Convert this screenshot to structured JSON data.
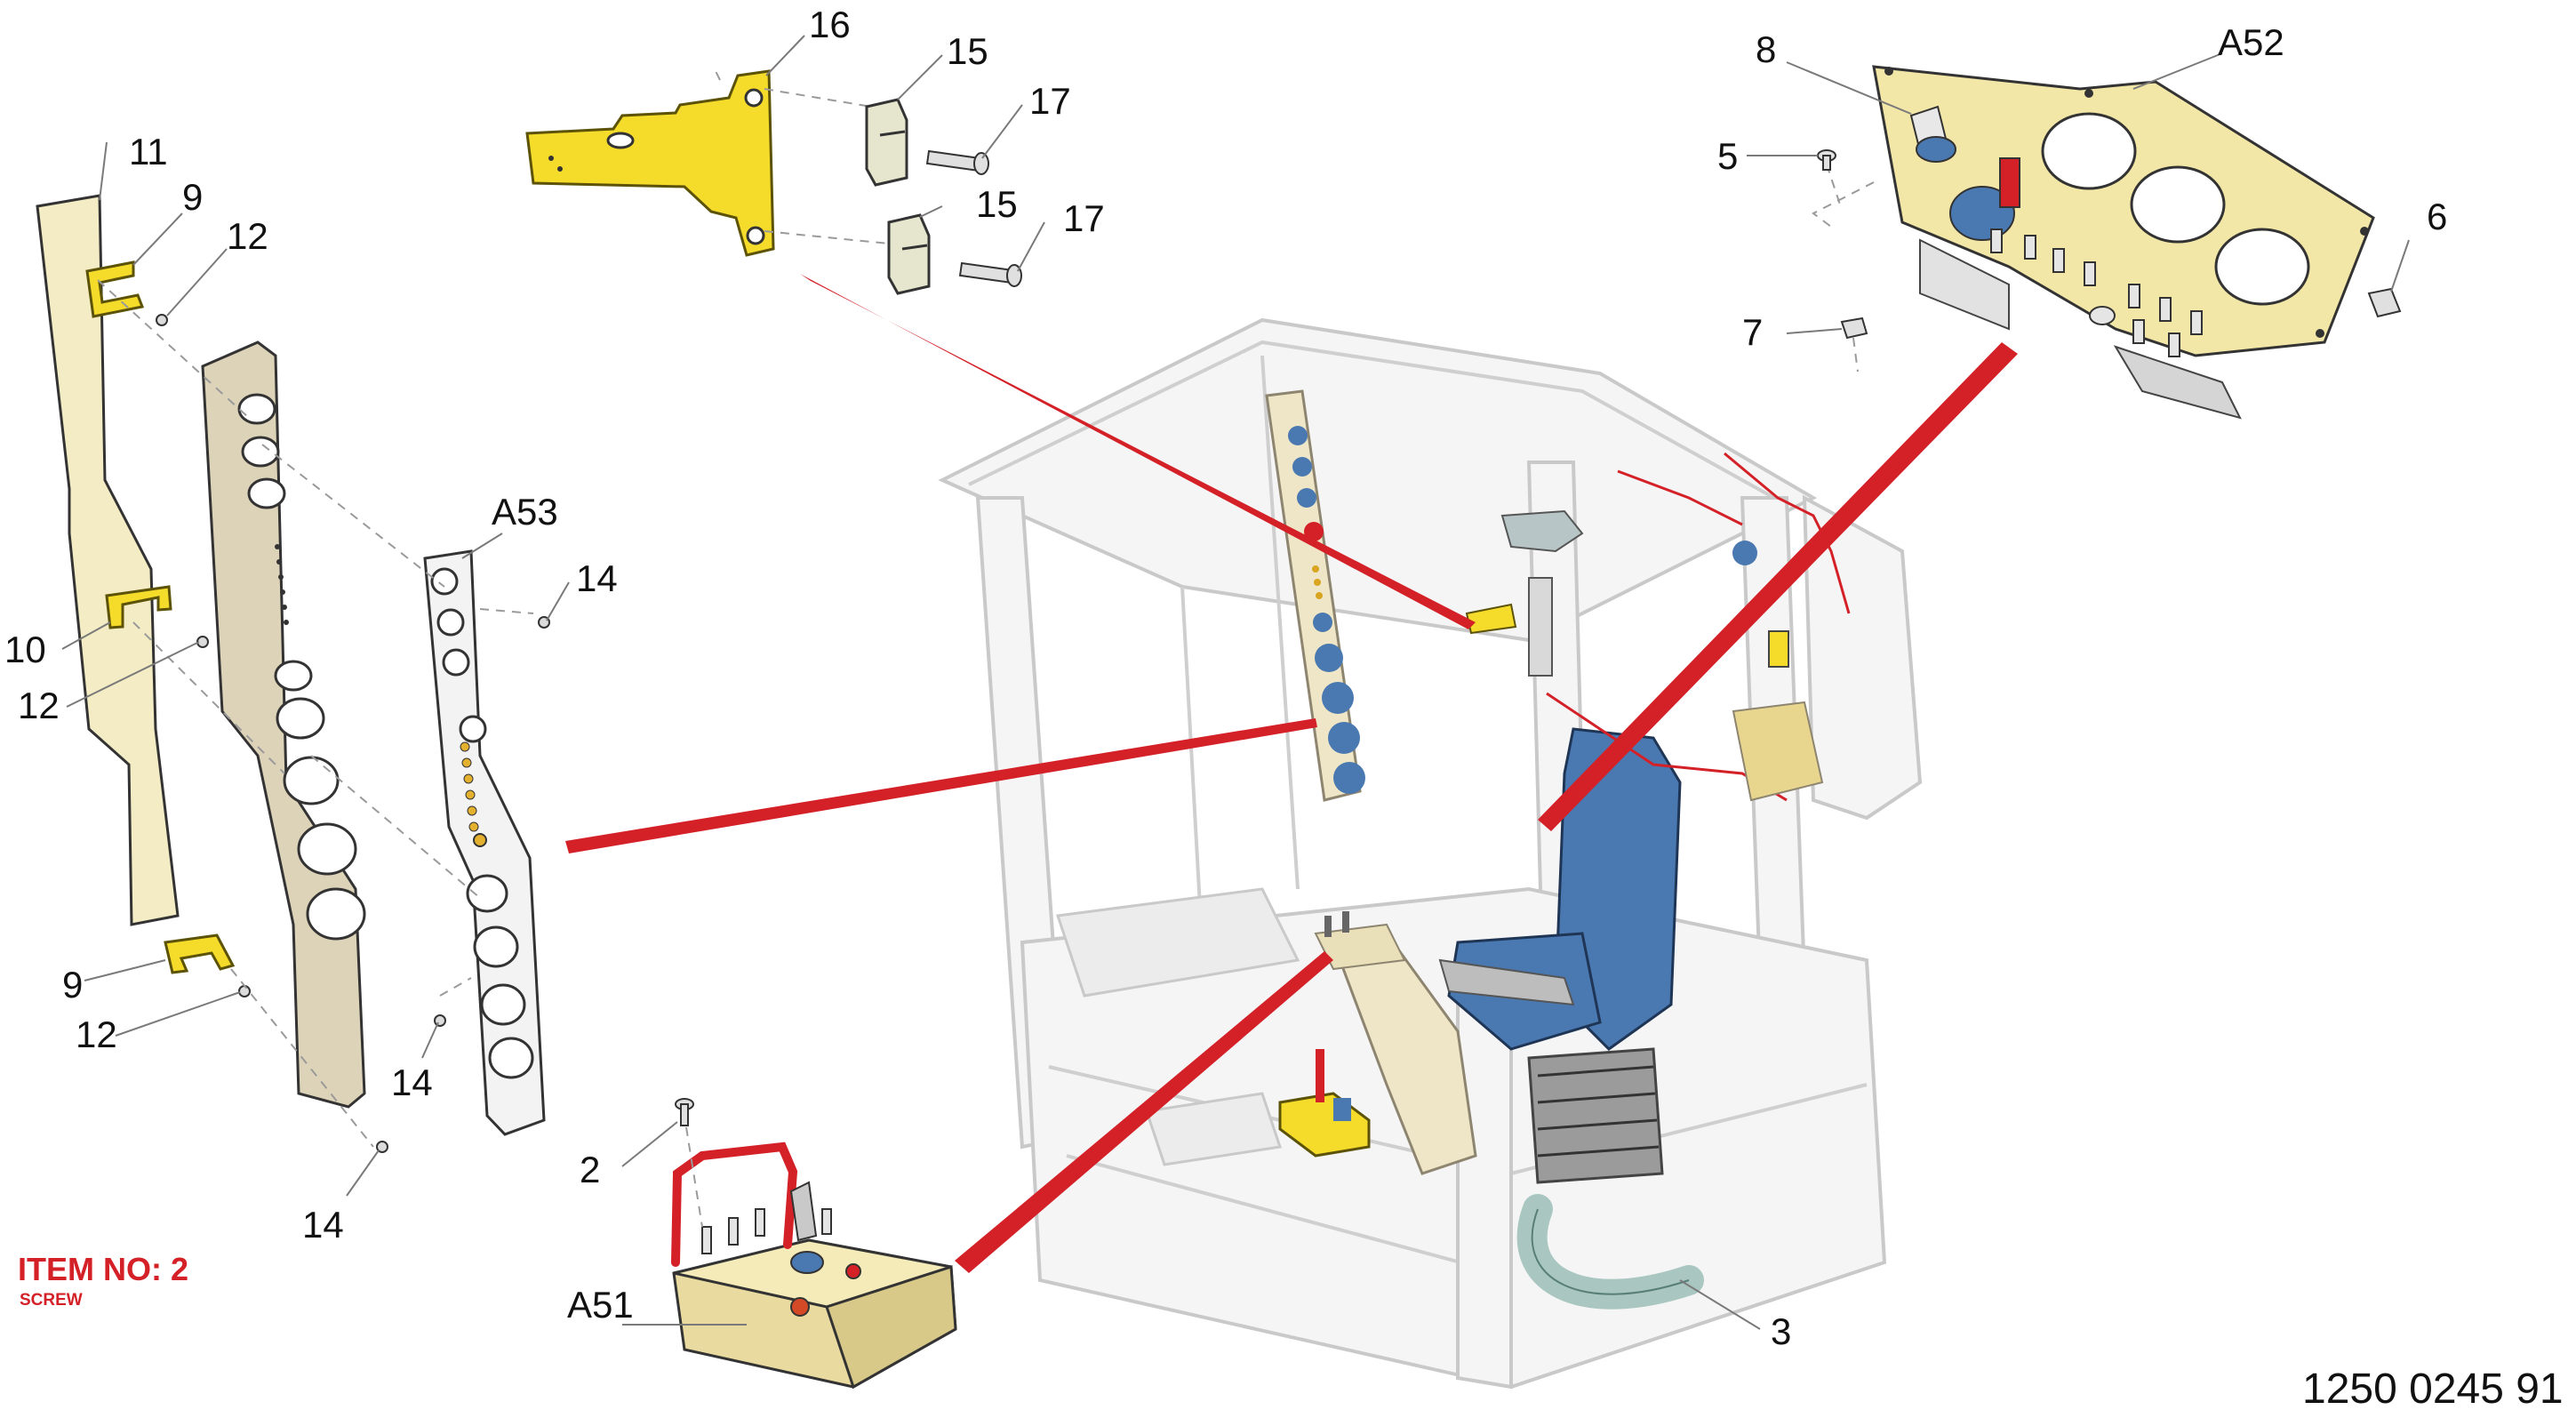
{
  "callouts": {
    "c16": "16",
    "c15a": "15",
    "c17a": "17",
    "c15b": "15",
    "c17b": "17",
    "c8": "8",
    "cA52": "A52",
    "c5": "5",
    "c6": "6",
    "c7": "7",
    "c11": "11",
    "c9a": "9",
    "c12a": "12",
    "cA53": "A53",
    "c14a": "14",
    "c10": "10",
    "c12b": "12",
    "c9b": "9",
    "c12c": "12",
    "c14b": "14",
    "c14c": "14",
    "c2": "2",
    "cA51": "A51",
    "c3": "3"
  },
  "item_note": {
    "title": "ITEM NO: 2",
    "subtitle": "SCREW"
  },
  "document_number": "1250 0245 91",
  "colors": {
    "highlight_red": "#d42027",
    "part_yellow": "#f5dc2a",
    "panel_cream": "#f3e7a8",
    "pillar_tan": "#ddd3b8",
    "seat_blue": "#4a78b0",
    "cab_grey": "#c9c9c9"
  },
  "icons": [
    "bracket",
    "block",
    "screw",
    "nut",
    "panel",
    "joystick",
    "seat"
  ]
}
